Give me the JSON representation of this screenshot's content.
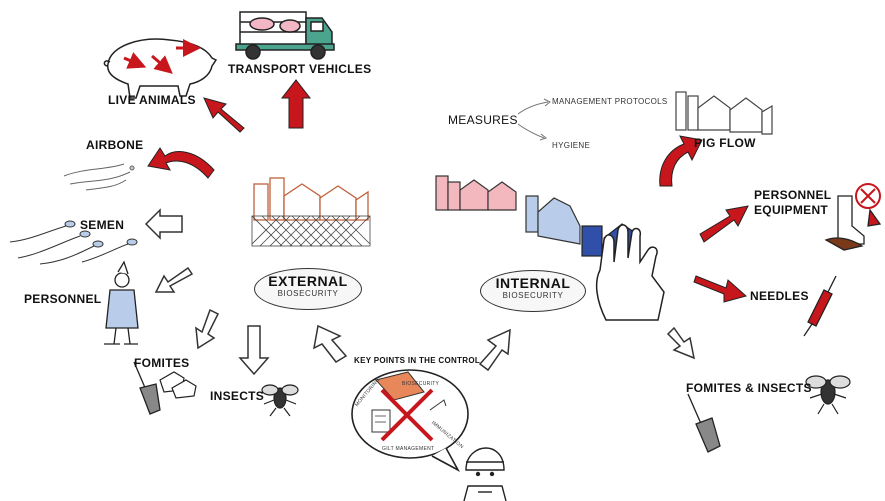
{
  "external": {
    "title": "EXTERNAL",
    "subtitle": "BIOSECURITY",
    "vectors": {
      "live_animals": "LIVE ANIMALS",
      "transport": "TRANSPORT VEHICLES",
      "airbone": "AIRBONE",
      "semen": "SEMEN",
      "personnel": "PERSONNEL",
      "fomites": "FOMITES",
      "insects": "INSECTS"
    }
  },
  "internal": {
    "title": "INTERNAL",
    "subtitle": "BIOSECURITY",
    "measures": "MEASURES",
    "management": "MANAGEMENT PROTOCOLS",
    "hygiene": "HYGIENE",
    "vectors": {
      "pig_flow": "PIG FLOW",
      "personnel_equipment_1": "PERSONNEL",
      "personnel_equipment_2": "EQUIPMENT",
      "needles": "NEEDLES",
      "fomites_insects": "FOMITES & INSECTS"
    }
  },
  "key_points": {
    "title": "KEY POINTS IN THE CONTROL",
    "biosecurity": "BIOSECURITY",
    "monitoring": "MONITORING",
    "immunization": "IMMUNIZATION",
    "gilt": "GILT MANAGEMENT"
  },
  "colors": {
    "red_arrow": "#c8161d",
    "pink_barn": "#f2b8bd",
    "blue_barn": "#2f4fa8",
    "light_blue_barn": "#b9cdea",
    "orange_barn": "#e8875a"
  }
}
